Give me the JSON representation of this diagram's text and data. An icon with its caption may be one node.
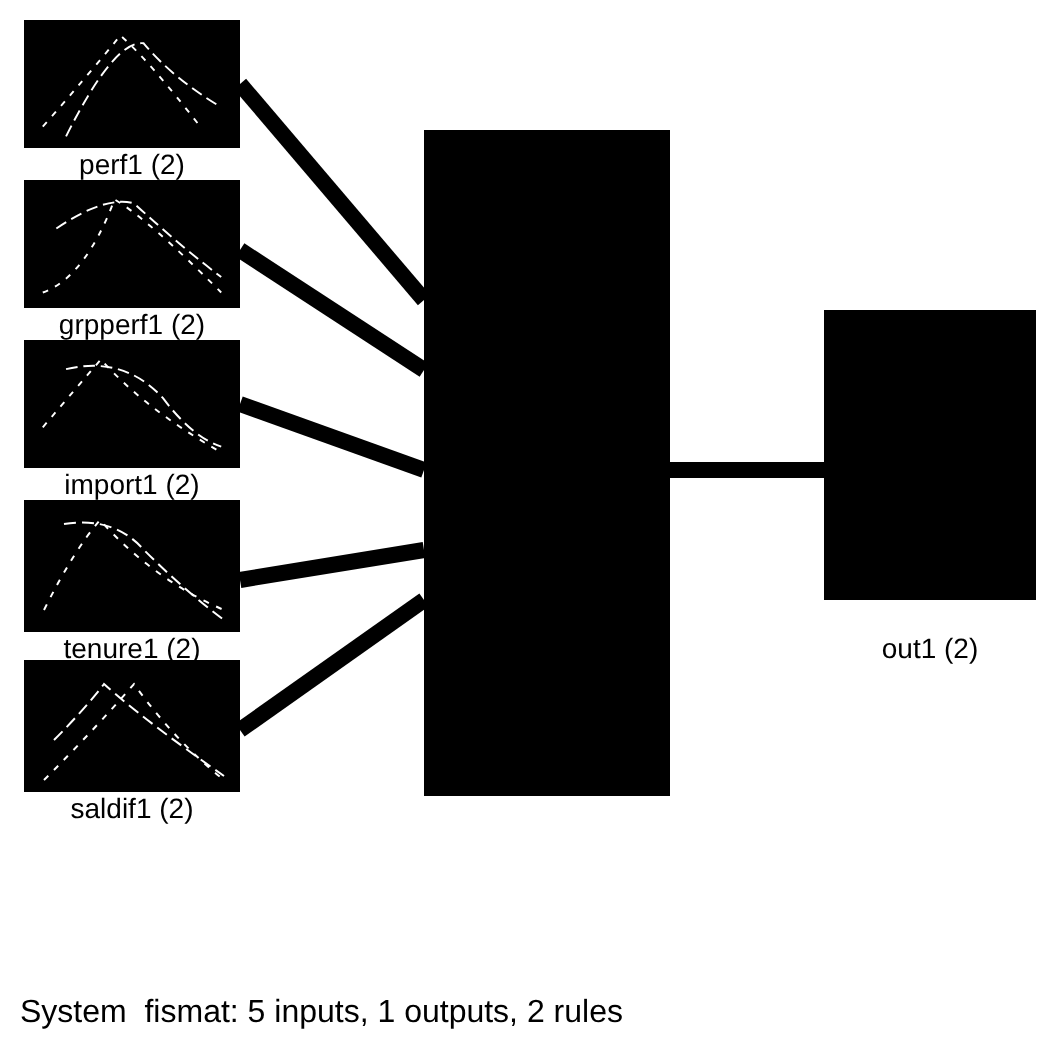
{
  "diagram": {
    "caption": "System  fismat: 5 inputs, 1 outputs, 2 rules",
    "nodes": [
      {
        "text": [
          "perf1 (2)"
        ]
      },
      {
        "text": [
          "grpperf1 (2)"
        ]
      },
      {
        "text": [
          "import1 (2)"
        ]
      },
      {
        "text": [
          "tenure1 (2)"
        ]
      },
      {
        "text": [
          "saldif1 (2)"
        ]
      },
      {
        "text": [],
        "shape": "box"
      },
      {
        "text": [
          "out1 (2)"
        ]
      }
    ],
    "edges": [
      {
        "from": 0,
        "to": 5,
        "arrow": "none"
      },
      {
        "from": 1,
        "to": 5,
        "arrow": "none"
      },
      {
        "from": 2,
        "to": 5,
        "arrow": "none"
      },
      {
        "from": 3,
        "to": 5,
        "arrow": "none"
      },
      {
        "from": 4,
        "to": 5,
        "arrow": "none"
      },
      {
        "from": 5,
        "to": 6,
        "arrow": "none"
      }
    ]
  }
}
